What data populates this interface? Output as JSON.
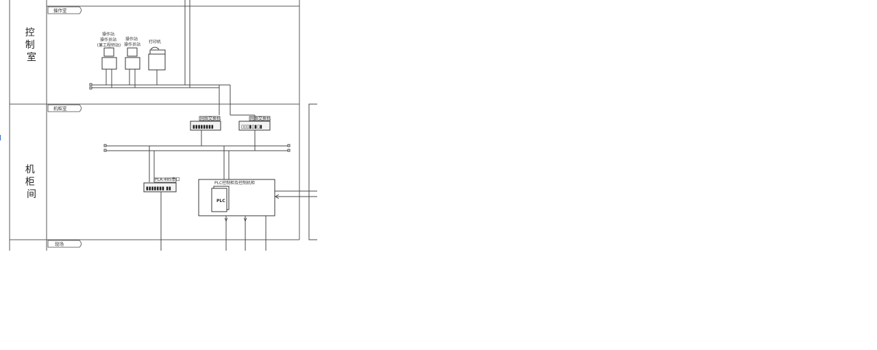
{
  "zones": {
    "control_room": {
      "side_label": "控制室",
      "tag": "操作室"
    },
    "cabinet_room": {
      "side_label": "机柜间",
      "tag": "机柜室"
    },
    "field": {
      "tag": "现场"
    }
  },
  "control_room": {
    "ws1_label": [
      "操作站",
      "操作员站",
      "(兼工程师站)"
    ],
    "ws2_label": [
      "操作站",
      "操作员站"
    ],
    "printer_label": "打印机"
  },
  "cabinet_room": {
    "switch1_label": "网络交换机",
    "switch2_label": "网络交换机",
    "serial_label": "PLA.485串口",
    "plc_cabinet_label": "PLC控制柜及控制机柜",
    "plc_label": "PLC"
  }
}
